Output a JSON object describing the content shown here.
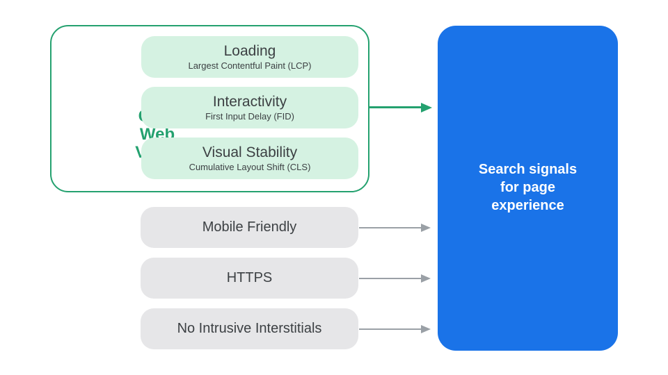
{
  "colors": {
    "green": "#24a16f",
    "green_light": "#d5f2e2",
    "blue": "#1a73e8",
    "gray_box": "#e6e6e8",
    "gray_arrow": "#9aa0a6",
    "text_dark": "#3c4043",
    "white": "#ffffff"
  },
  "cwv": {
    "label": "Core Web Vitals",
    "items": [
      {
        "title": "Loading",
        "subtitle": "Largest Contentful Paint (LCP)"
      },
      {
        "title": "Interactivity",
        "subtitle": "First Input Delay (FID)"
      },
      {
        "title": "Visual Stability",
        "subtitle": "Cumulative Layout Shift (CLS)"
      }
    ]
  },
  "other_signals": [
    {
      "label": "Mobile Friendly"
    },
    {
      "label": "HTTPS"
    },
    {
      "label": "No Intrusive Interstitials"
    }
  ],
  "result_box": {
    "text": "Search signals for page experience",
    "lines": [
      "Search signals",
      "for page",
      "experience"
    ]
  }
}
